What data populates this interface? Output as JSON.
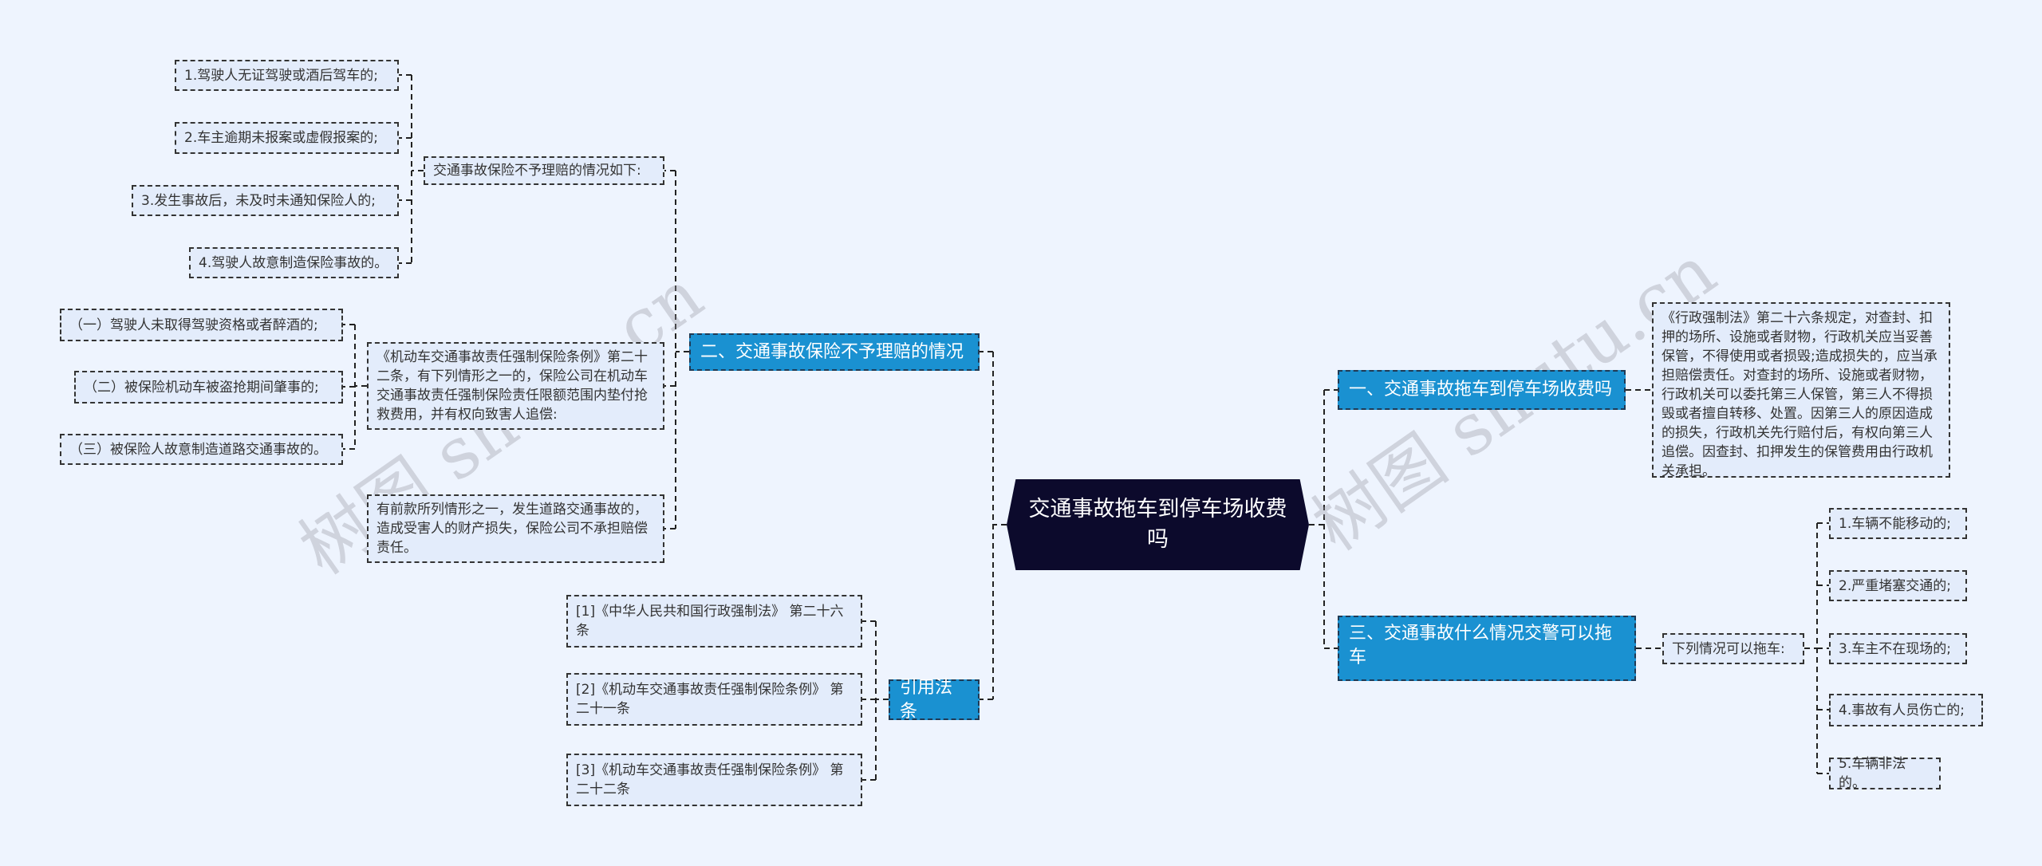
{
  "watermark": "树图 shutu.cn",
  "root": {
    "title": "交通事故拖车到停车场收费吗"
  },
  "left": {
    "branch2": {
      "label": "二、交通事故保险不予理赔的情况",
      "sub_intro": {
        "label": "交通事故保险不予理赔的情况如下:",
        "items": [
          "1.驾驶人无证驾驶或酒后驾车的;",
          "2.车主逾期未报案或虚假报案的;",
          "3.发生事故后，未及时未通知保险人的;",
          "4.驾驶人故意制造保险事故的。"
        ]
      },
      "sub_article": {
        "label": "《机动车交通事故责任强制保险条例》第二十二条，有下列情形之一的，保险公司在机动车交通事故责任强制保险责任限额范围内垫付抢救费用，并有权向致害人追偿:",
        "items": [
          "（一）驾驶人未取得驾驶资格或者醉酒的;",
          "（二）被保险机动车被盗抢期间肇事的;",
          "（三）被保险人故意制造道路交通事故的。"
        ]
      },
      "sub_note": {
        "label": "有前款所列情形之一，发生道路交通事故的，造成受害人的财产损失，保险公司不承担赔偿责任。"
      }
    },
    "refs": {
      "label": "引用法条",
      "items": [
        "[1]《中华人民共和国行政强制法》 第二十六条",
        "[2]《机动车交通事故责任强制保险条例》 第二十一条",
        "[3]《机动车交通事故责任强制保险条例》 第二十二条"
      ]
    }
  },
  "right": {
    "branch1": {
      "label": "一、交通事故拖车到停车场收费吗",
      "detail": "《行政强制法》第二十六条规定，对查封、扣押的场所、设施或者财物，行政机关应当妥善保管，不得使用或者损毁;造成损失的，应当承担赔偿责任。对查封的场所、设施或者财物，行政机关可以委托第三人保管，第三人不得损毁或者擅自转移、处置。因第三人的原因造成的损失，行政机关先行赔付后，有权向第三人追偿。因查封、扣押发生的保管费用由行政机关承担。"
    },
    "branch3": {
      "label": "三、交通事故什么情况交警可以拖车",
      "sub": {
        "label": "下列情况可以拖车:",
        "items": [
          "1.车辆不能移动的;",
          "2.严重堵塞交通的;",
          "3.车主不在现场的;",
          "4.事故有人员伤亡的;",
          "5.车辆非法的。"
        ]
      }
    }
  }
}
